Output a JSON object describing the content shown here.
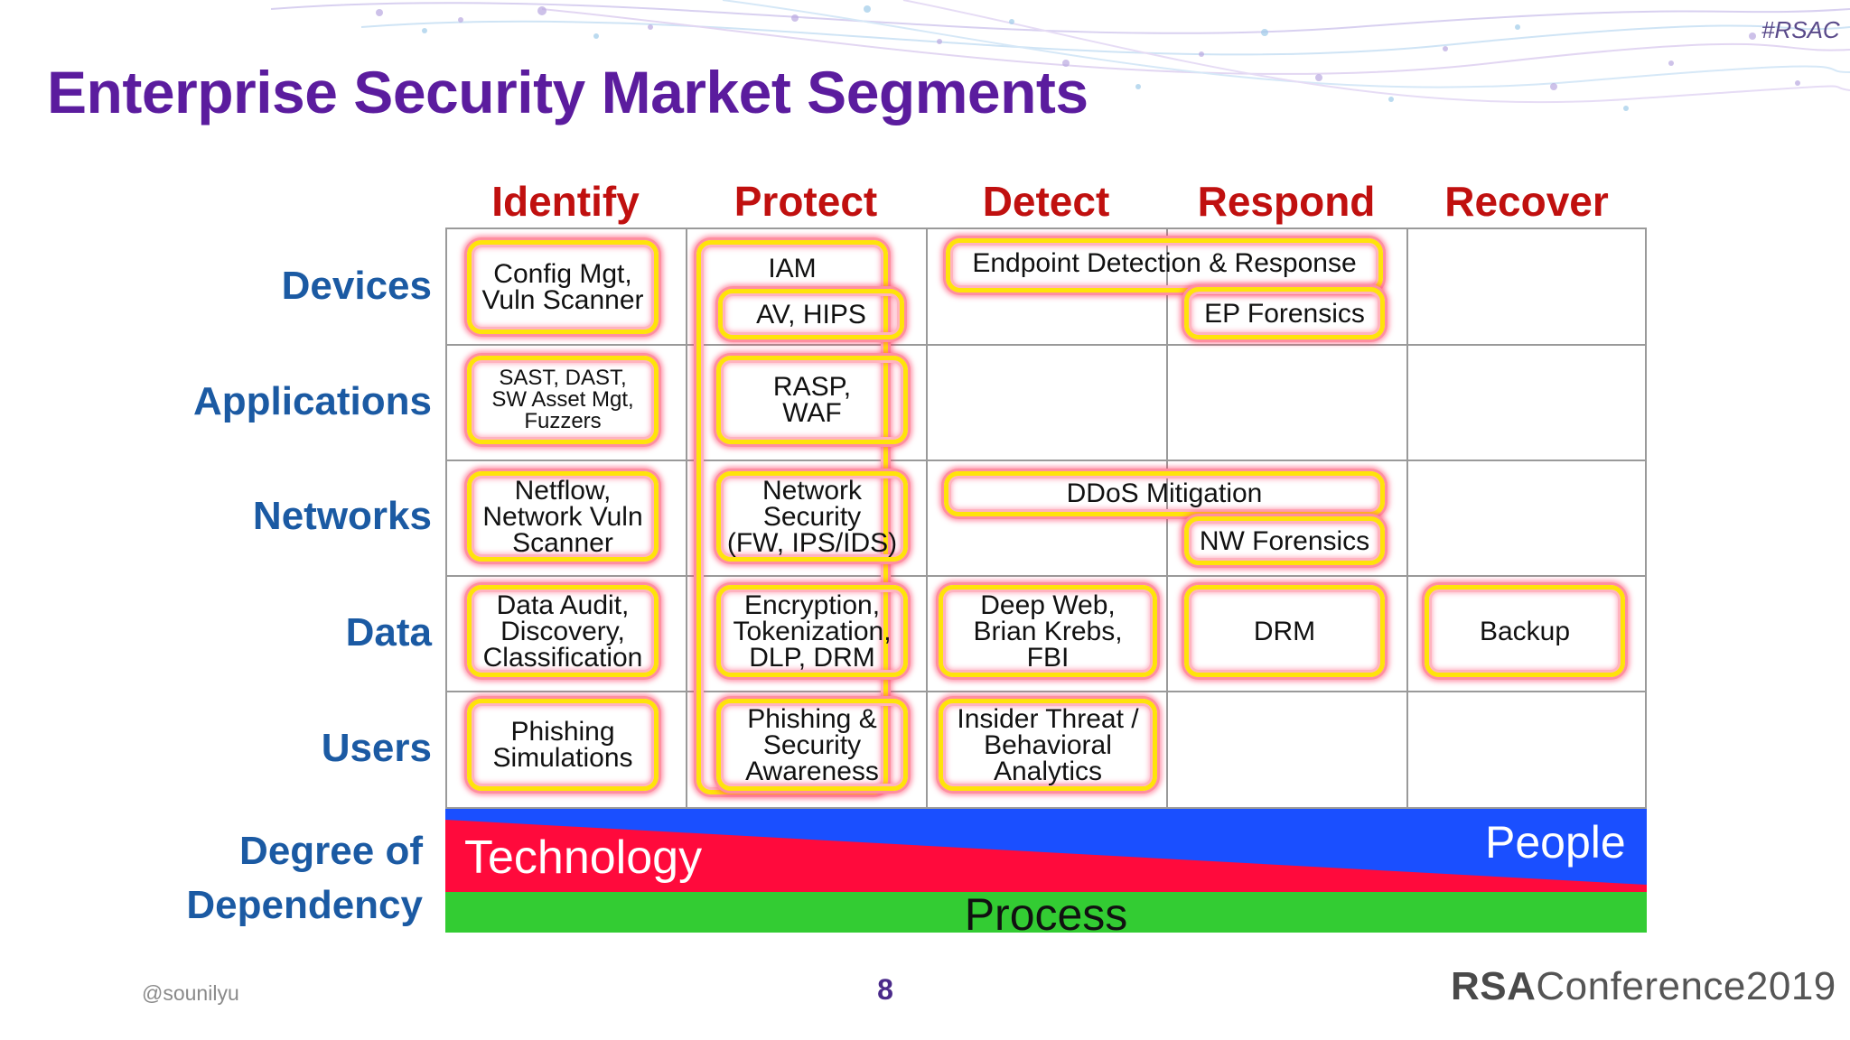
{
  "hashtag": "#RSAC",
  "title": "Enterprise Security Market Segments",
  "columns": [
    "Identify",
    "Protect",
    "Detect",
    "Respond",
    "Recover"
  ],
  "rows": [
    "Devices",
    "Applications",
    "Networks",
    "Data",
    "Users"
  ],
  "cells": {
    "config": "Config Mgt,\nVuln Scanner",
    "iam": "IAM",
    "av": "AV, HIPS",
    "edr": "Endpoint Detection & Response",
    "ep_forensics": "EP Forensics",
    "sast": "SAST, DAST,\nSW Asset Mgt,\nFuzzers",
    "rasp": "RASP,\nWAF",
    "netflow": "Netflow,\nNetwork Vuln\nScanner",
    "netsec": "Network\nSecurity\n(FW, IPS/IDS)",
    "ddos": "DDoS Mitigation",
    "nw_forensics": "NW Forensics",
    "data_audit": "Data Audit,\nDiscovery,\nClassification",
    "encryption": "Encryption,\nTokenization,\nDLP, DRM",
    "deep_web": "Deep Web,\nBrian Krebs,\nFBI",
    "drm": "DRM",
    "backup": "Backup",
    "phishing_sim": "Phishing\nSimulations",
    "phishing_aw": "Phishing &\nSecurity\nAwareness",
    "insider": "Insider Threat /\nBehavioral\nAnalytics"
  },
  "dependency": {
    "label_line1": "Degree of",
    "label_line2": "Dependency",
    "technology": "Technology",
    "people": "People",
    "process": "Process",
    "colors": {
      "technology": "#ff0a3c",
      "people": "#1a4fff",
      "process": "#33cc33"
    }
  },
  "footer": {
    "handle": "@sounilyu",
    "page": "8",
    "logo_bold": "RSA",
    "logo_rest": "Conference2019"
  },
  "colors": {
    "title": "#5b1c9e",
    "column_header": "#c0100f",
    "row_header": "#1b5aa3",
    "highlight": "#ffe30a"
  }
}
